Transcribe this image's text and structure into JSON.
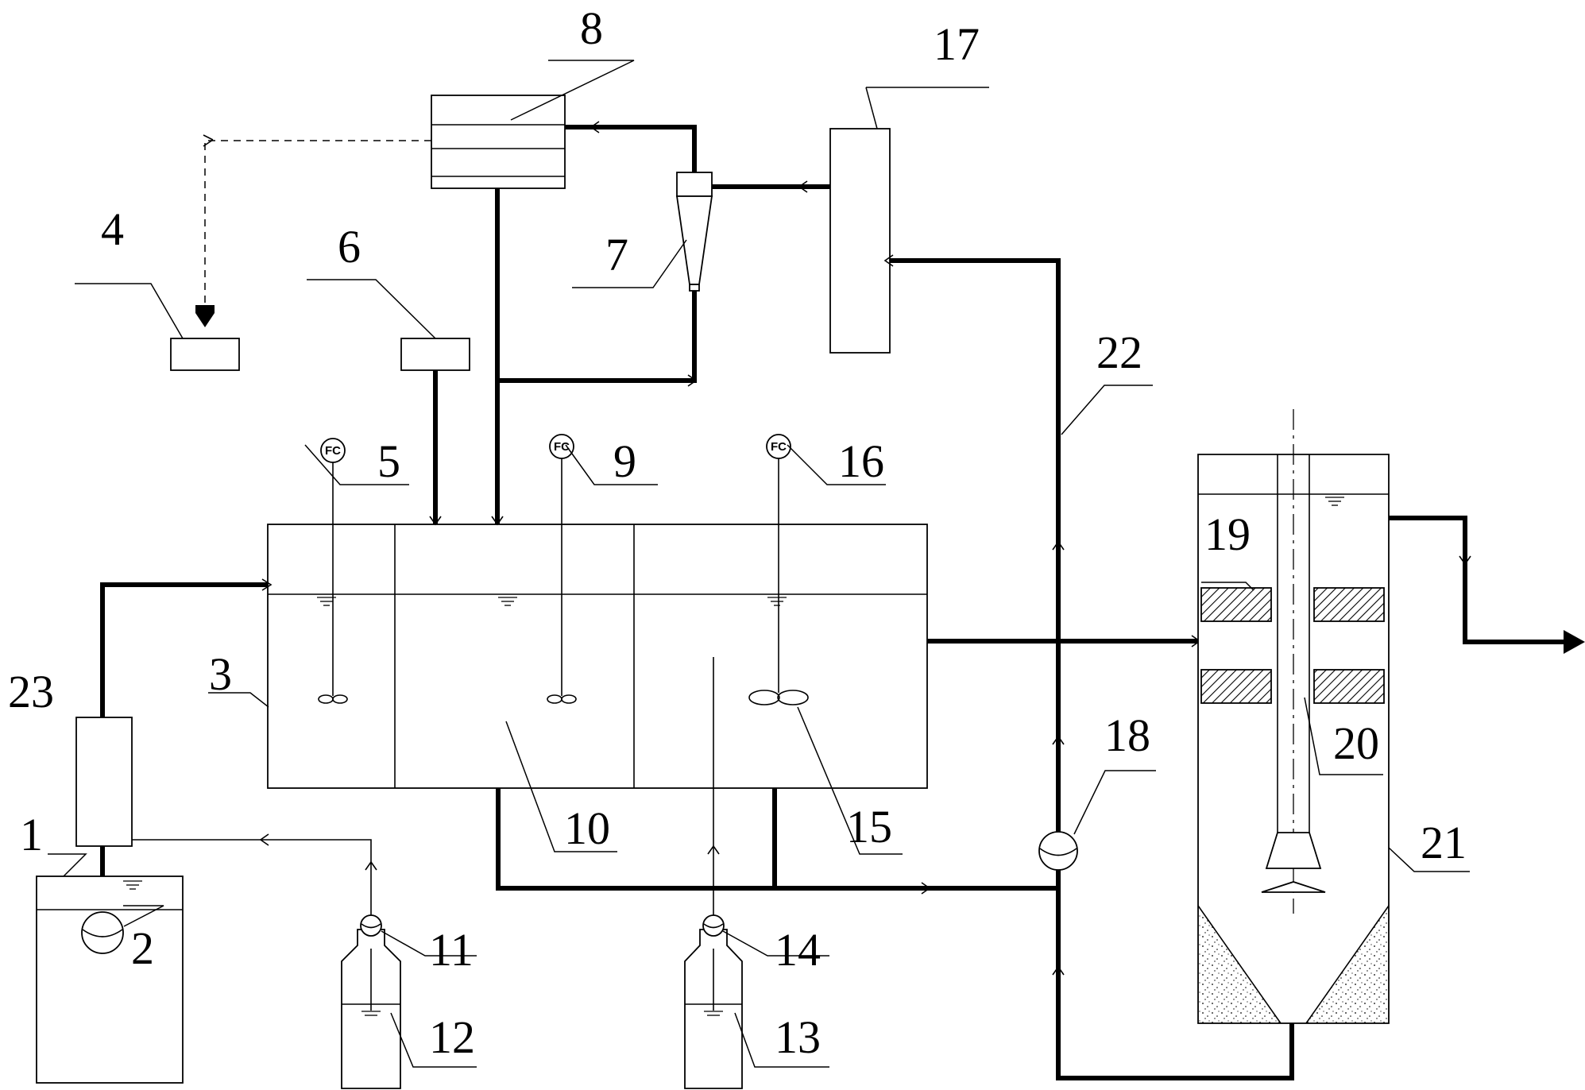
{
  "labels": {
    "n1": "1",
    "n2": "2",
    "n3": "3",
    "n4": "4",
    "n5": "5",
    "n6": "6",
    "n7": "7",
    "n8": "8",
    "n9": "9",
    "n10": "10",
    "n11": "11",
    "n12": "12",
    "n13": "13",
    "n14": "14",
    "n15": "15",
    "n16": "16",
    "n17": "17",
    "n18": "18",
    "n19": "19",
    "n20": "20",
    "n21": "21",
    "n22": "22",
    "n23": "23"
  },
  "controllers": {
    "fc5": "FC",
    "fc9": "FC",
    "fc16": "FC"
  }
}
